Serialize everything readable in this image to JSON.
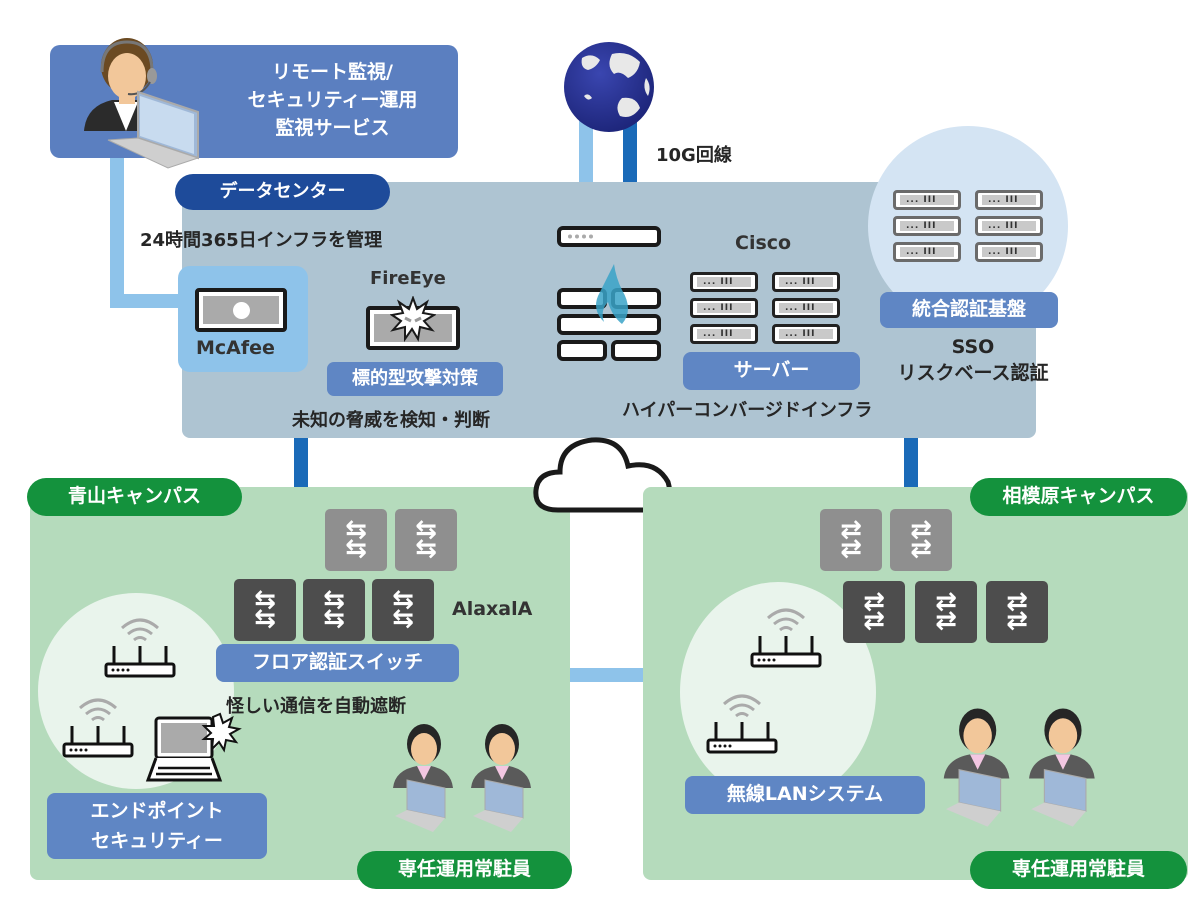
{
  "colors": {
    "monitoring_box": "#5b7fc0",
    "datacenter_bg": "#aec4d2",
    "datacenter_pill": "#1e4b9a",
    "mcafee_bg": "#8ec3ea",
    "label_blue": "#5f86c4",
    "campus_bg": "#b5dbbc",
    "campus_pill": "#14923d",
    "link_light": "#8ec3ea",
    "link_dark": "#1a6ab8",
    "sso_circle": "#d4e4f3",
    "wifi_circle": "#e9f4ec"
  },
  "monitoring": {
    "title_lines": [
      "リモート監視/",
      "セキュリティー運用",
      "監視サービス"
    ],
    "icon": "operator-headset-icon"
  },
  "internet": {
    "icon": "globe-icon",
    "link_label": "10G回線"
  },
  "datacenter": {
    "pill_label": "データセンター",
    "subtitle": "24時間365日インフラを管理",
    "mcafee": {
      "vendor": "McAfee",
      "icon": "security-appliance-icon"
    },
    "fireeye": {
      "vendor": "FireEye",
      "icon": "threat-appliance-icon",
      "label": "標的型攻撃対策",
      "caption": "未知の脅威を検知・判断"
    },
    "firewall": {
      "icon": "firewall-icon"
    },
    "servers": {
      "vendor": "Cisco",
      "icon": "server-rack-icon",
      "label": "サーバー",
      "caption": "ハイパーコンバージドインフラ"
    },
    "auth": {
      "icon": "server-rack-icon",
      "label": "統合認証基盤",
      "caption_lines": [
        "SSO",
        "リスクベース認証"
      ]
    }
  },
  "cloud": {
    "icon": "cloud-icon"
  },
  "campus_aoyama": {
    "pill_label": "青山キャンパス",
    "switch_vendor": "AlaxalA",
    "switch_label": "フロア認証スイッチ",
    "switch_caption": "怪しい通信を自動遮断",
    "endpoint_label_lines": [
      "エンドポイント",
      "セキュリティー"
    ],
    "staff_label": "専任運用常駐員"
  },
  "campus_sagamihara": {
    "pill_label": "相模原キャンパス",
    "wifi_label": "無線LANシステム",
    "staff_label": "専任運用常駐員"
  }
}
